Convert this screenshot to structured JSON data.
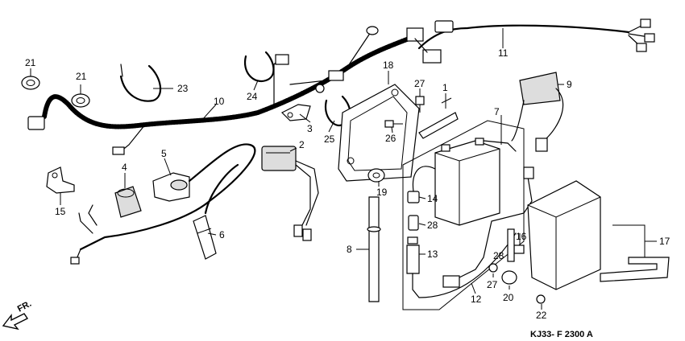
{
  "diagram_code": "KJ33- F 2300 A",
  "front_arrow_label": "FR.",
  "callouts": {
    "c1": "1",
    "c2": "2",
    "c3": "3",
    "c4": "4",
    "c5": "5",
    "c6": "6",
    "c7": "7",
    "c8": "8",
    "c9": "9",
    "c10": "10",
    "c11": "11",
    "c12": "12",
    "c13": "13",
    "c14": "14",
    "c15": "15",
    "c16": "16",
    "c17": "17",
    "c18": "18",
    "c19": "19",
    "c20": "20",
    "c21a": "21",
    "c21b": "21",
    "c22": "22",
    "c23": "23",
    "c24": "24",
    "c25": "25",
    "c26": "26",
    "c27a": "27",
    "c27b": "27",
    "c28a": "28",
    "c28b": "28"
  }
}
